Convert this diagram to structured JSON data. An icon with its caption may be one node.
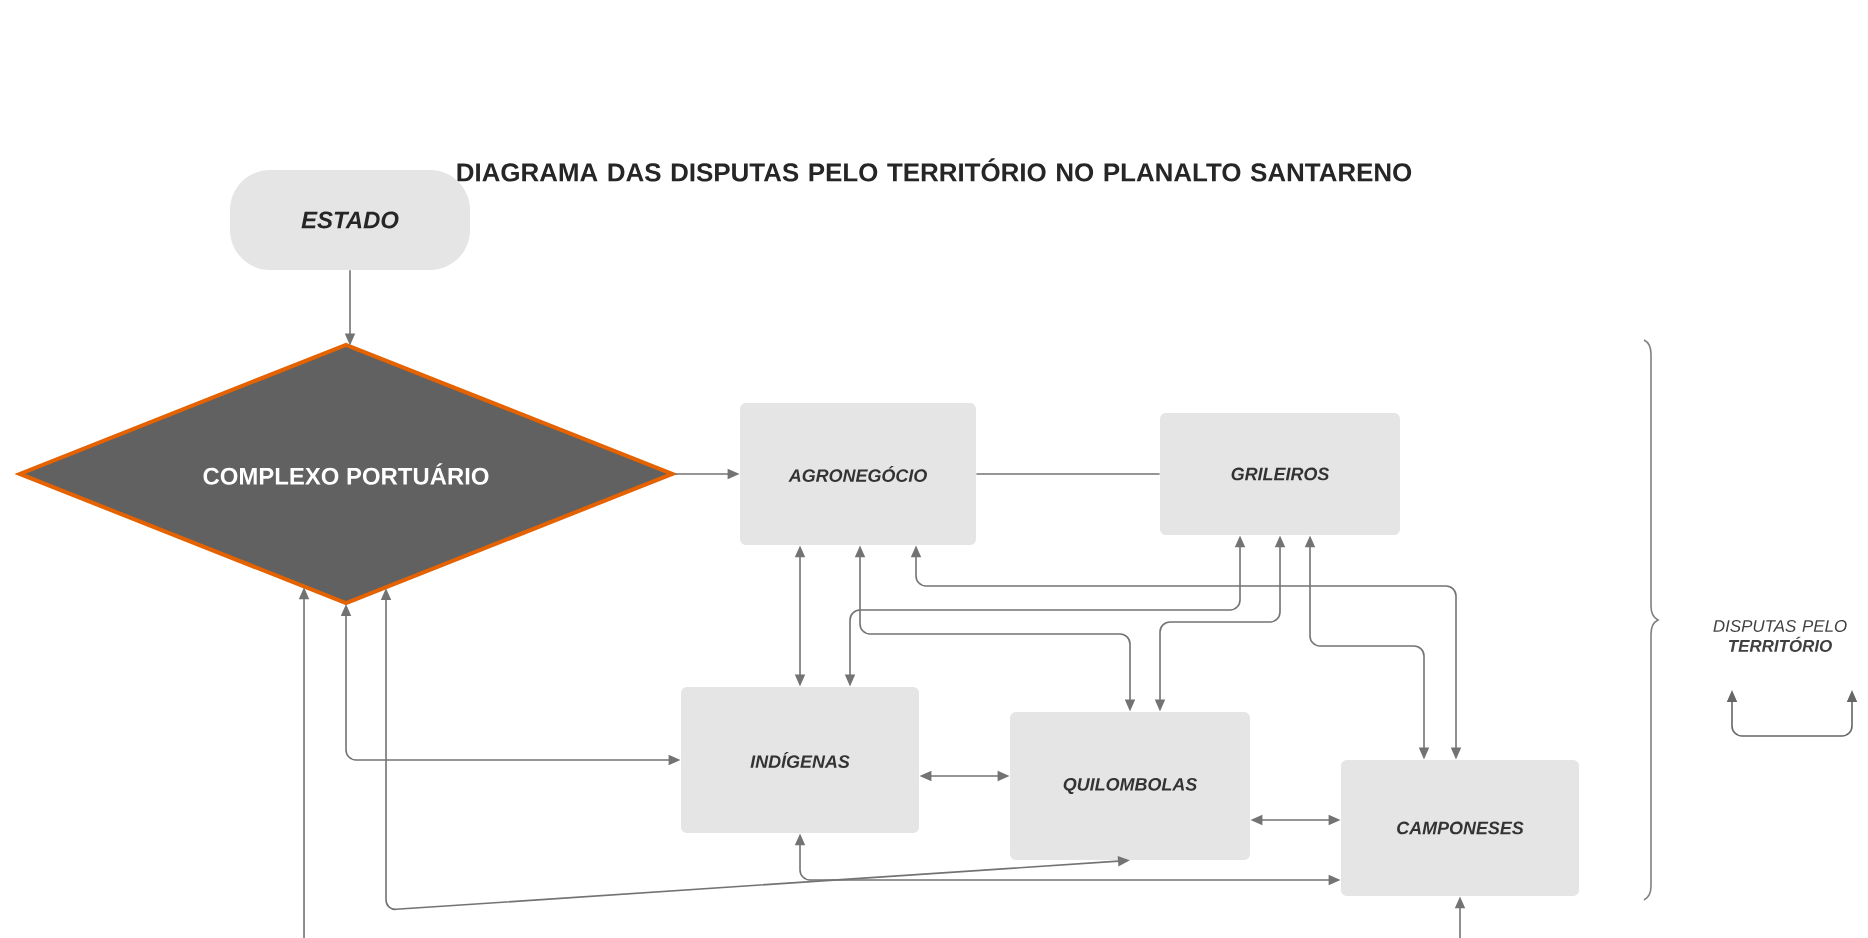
{
  "diagram": {
    "title": "DIAGRAMA DAS DISPUTAS PELO TERRITÓRIO NO PLANALTO SANTARENO",
    "nodes": [
      {
        "text": [
          "ESTADO"
        ]
      },
      {
        "text": [
          "COMPLEXO PORTUÁRIO"
        ]
      },
      {
        "text": [
          "AGRONEGÓCIO"
        ]
      },
      {
        "text": [
          "GRILEIROS"
        ]
      },
      {
        "text": [
          "INDÍGENAS"
        ]
      },
      {
        "text": [
          "QUILOMBOLAS"
        ]
      },
      {
        "text": [
          "CAMPONESES"
        ]
      }
    ],
    "edges": [
      {
        "from": 0,
        "to": 1,
        "arrow": "to"
      },
      {
        "from": 1,
        "to": 2,
        "arrow": "to"
      },
      {
        "from": 2,
        "to": 3,
        "arrow": "none"
      },
      {
        "from": 2,
        "to": 4,
        "arrow": "both"
      },
      {
        "from": 2,
        "to": 5,
        "arrow": "both"
      },
      {
        "from": 3,
        "to": 4,
        "arrow": "both"
      },
      {
        "from": 3,
        "to": 5,
        "arrow": "both"
      },
      {
        "from": 2,
        "to": 6,
        "arrow": "both"
      },
      {
        "from": 3,
        "to": 6,
        "arrow": "both"
      },
      {
        "from": 4,
        "to": 5,
        "arrow": "both"
      },
      {
        "from": 5,
        "to": 6,
        "arrow": "both"
      },
      {
        "from": 4,
        "to": 6,
        "arrow": "both"
      },
      {
        "from": 1,
        "to": 4,
        "arrow": "both"
      },
      {
        "from": 1,
        "to": 5,
        "arrow": "both"
      },
      {
        "from": null,
        "to": 1,
        "arrow": "to"
      },
      {
        "from": null,
        "to": 6,
        "arrow": "to"
      }
    ],
    "labels": [
      "DISPUTAS PELO **TERRITÓRIO**"
    ]
  }
}
